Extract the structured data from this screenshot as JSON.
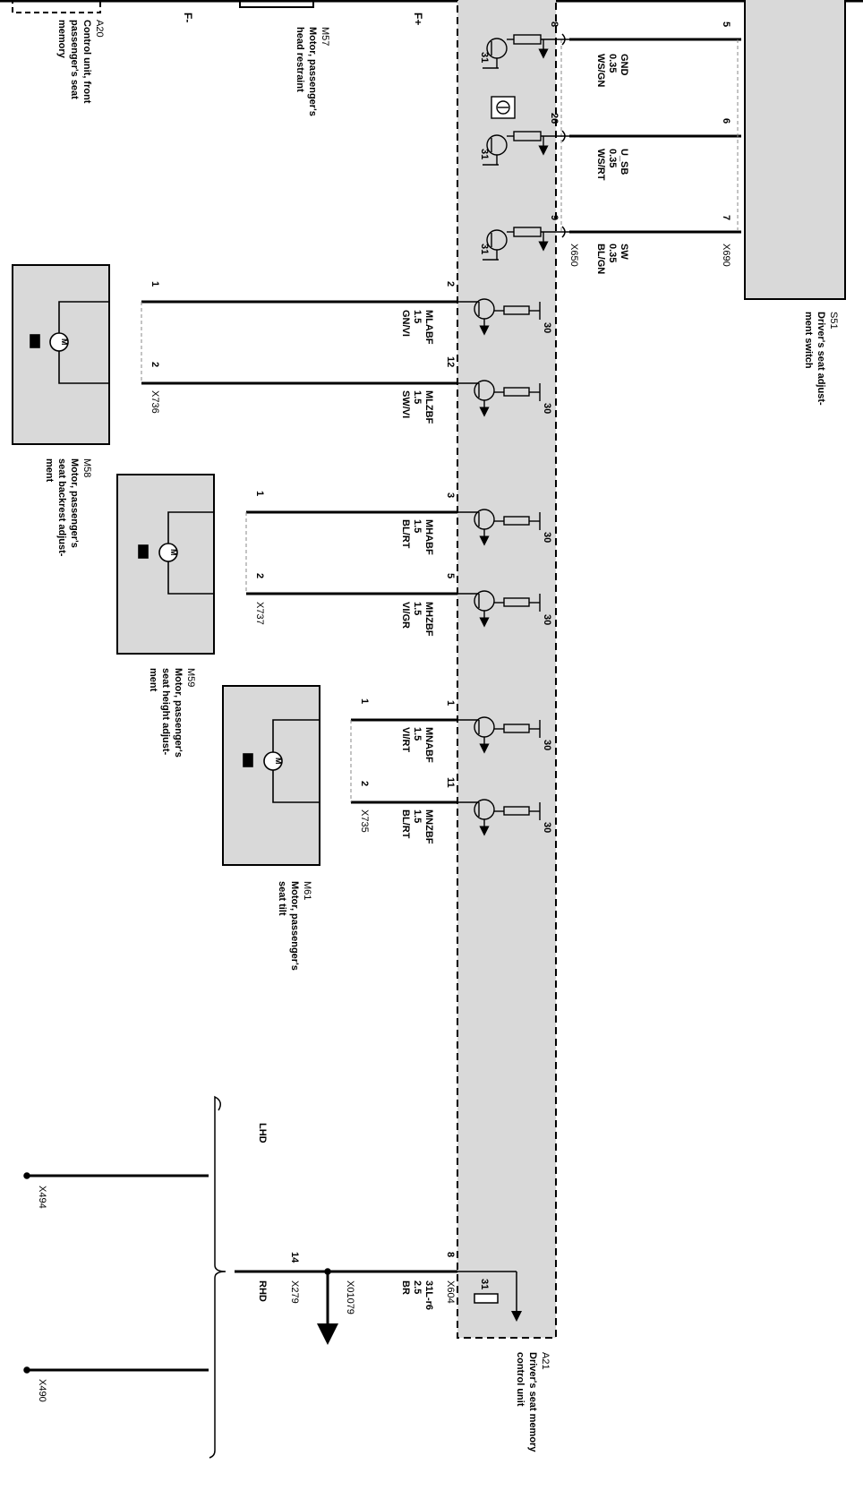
{
  "components": {
    "a21": {
      "code": "A21",
      "lines": [
        "Driver's seat memory",
        "control unit"
      ]
    },
    "s51": {
      "code": "S51",
      "lines": [
        "Driver's seat adjust-",
        "ment switch"
      ]
    },
    "a20": {
      "code": "A20",
      "lines": [
        "Control unit, front",
        "passenger's seat",
        "memory"
      ]
    },
    "m57": {
      "code": "M57",
      "lines": [
        "Motor, passenger's",
        "head restraint"
      ]
    },
    "m58": {
      "code": "M58",
      "lines": [
        "Motor, passenger's",
        "seat backrest adjust-",
        "ment"
      ]
    },
    "m59": {
      "code": "M59",
      "lines": [
        "Motor, passenger's",
        "seat height adjust-",
        "ment"
      ]
    },
    "m61": {
      "code": "M61",
      "lines": [
        "Motor, passenger's",
        "seat tilt"
      ]
    }
  },
  "top_marks": {
    "left": "F-",
    "right": "F+"
  },
  "switch_wires": [
    {
      "pin_a21": "8",
      "pin_s51": "5",
      "signal": "GND",
      "size": "0.35",
      "color": "WS/GN"
    },
    {
      "pin_a21": "26",
      "pin_s51": "6",
      "signal": "U_SB",
      "size": "0.35",
      "color": "WS/RT"
    },
    {
      "pin_a21": "9",
      "pin_s51": "7",
      "signal": "SW",
      "size": "0.35",
      "color": "BL/GN"
    }
  ],
  "switch_connectors": {
    "a21_side": "X650",
    "s51_side": "X690"
  },
  "motor_wires": [
    {
      "pin_a21": "2",
      "pin_motor": "1",
      "signal": "MLABF",
      "size": "1.5",
      "color": "GN/VI"
    },
    {
      "pin_a21": "12",
      "pin_motor": "2",
      "signal": "MLZBF",
      "size": "1.5",
      "color": "SW/VI"
    },
    {
      "pin_a21": "3",
      "pin_motor": "1",
      "signal": "MHABF",
      "size": "1.5",
      "color": "BL/RT"
    },
    {
      "pin_a21": "5",
      "pin_motor": "2",
      "signal": "MHZBF",
      "size": "1.5",
      "color": "VI/GR"
    },
    {
      "pin_a21": "1",
      "pin_motor": "1",
      "signal": "MNABF",
      "size": "1.5",
      "color": "VI/RT"
    },
    {
      "pin_a21": "11",
      "pin_motor": "2",
      "signal": "MNZBF",
      "size": "1.5",
      "color": "BL/RT"
    }
  ],
  "motor_connectors": {
    "m58": "X736",
    "m59": "X737",
    "m61": "X735"
  },
  "transistor_label": "30",
  "ground_label": "31",
  "motor_symbol": "M",
  "ground_wire": {
    "pin_a21": "8",
    "connector": "X604",
    "signal": "31L-r6",
    "size": "2.5",
    "color": "BR",
    "pin_x279": "14",
    "x279": "X279",
    "ground_point": "X01079"
  },
  "variants": {
    "lhd": "LHD",
    "rhd": "RHD",
    "lhd_point": "X494",
    "rhd_point": "X490"
  }
}
